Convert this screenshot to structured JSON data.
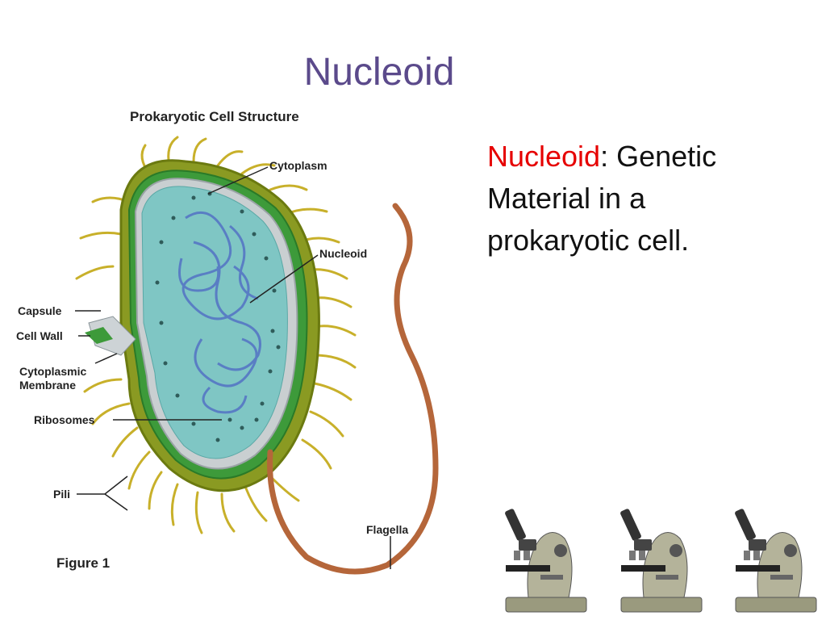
{
  "slide": {
    "title": "Nucleoid"
  },
  "figure": {
    "title": "Prokaryotic Cell Structure",
    "caption": "Figure 1",
    "labels": {
      "cytoplasm": "Cytoplasm",
      "nucleoid": "Nucleoid",
      "capsule": "Capsule",
      "cell_wall": "Cell Wall",
      "cytoplasmic_membrane_1": "Cytoplasmic",
      "cytoplasmic_membrane_2": "Membrane",
      "ribosomes": "Ribosomes",
      "pili": "Pili",
      "flagella": "Flagella"
    }
  },
  "definition": {
    "term": "Nucleoid",
    "text": ": Genetic Material in a prokaryotic cell."
  },
  "decorations": {
    "icons": [
      "microscope-icon",
      "microscope-icon",
      "microscope-icon"
    ]
  },
  "colors": {
    "title": "#5b4a8b",
    "term": "#e60000"
  }
}
